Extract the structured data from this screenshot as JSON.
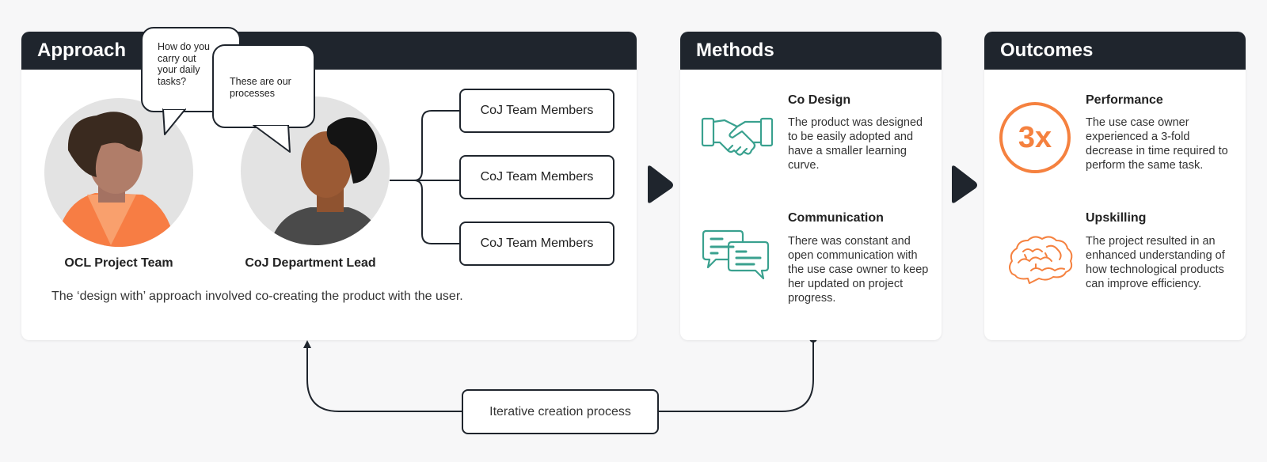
{
  "approach": {
    "title": "Approach",
    "bubble_question": "How do you carry out your daily tasks?",
    "bubble_answer": "These are our processes",
    "person1_label": "OCL Project Team",
    "person2_label": "CoJ Department Lead",
    "team_members": [
      "CoJ Team Members",
      "CoJ Team Members",
      "CoJ Team Members"
    ],
    "caption": "The ‘design with’ approach involved co-creating the product with the user."
  },
  "methods": {
    "title": "Methods",
    "items": [
      {
        "icon": "handshake-icon",
        "title": "Co Design",
        "description": "The product was designed to be easily adopted and have a smaller learning curve."
      },
      {
        "icon": "chat-bubbles-icon",
        "title": "Communication",
        "description": "There was constant and open communication with the use case owner to keep her updated on project progress."
      }
    ]
  },
  "outcomes": {
    "title": "Outcomes",
    "items": [
      {
        "badge": "3x",
        "title": "Performance",
        "description": "The use case owner experienced a 3-fold decrease in time required to perform the same task."
      },
      {
        "icon": "brain-icon",
        "title": "Upskilling",
        "description": "The project resulted in an enhanced understanding of how technological products can improve efficiency."
      }
    ]
  },
  "loop": {
    "label": "Iterative creation process"
  },
  "colors": {
    "header_bg": "#1f252d",
    "teal": "#3aa18f",
    "orange": "#f5813f",
    "ink": "#1f252d"
  }
}
